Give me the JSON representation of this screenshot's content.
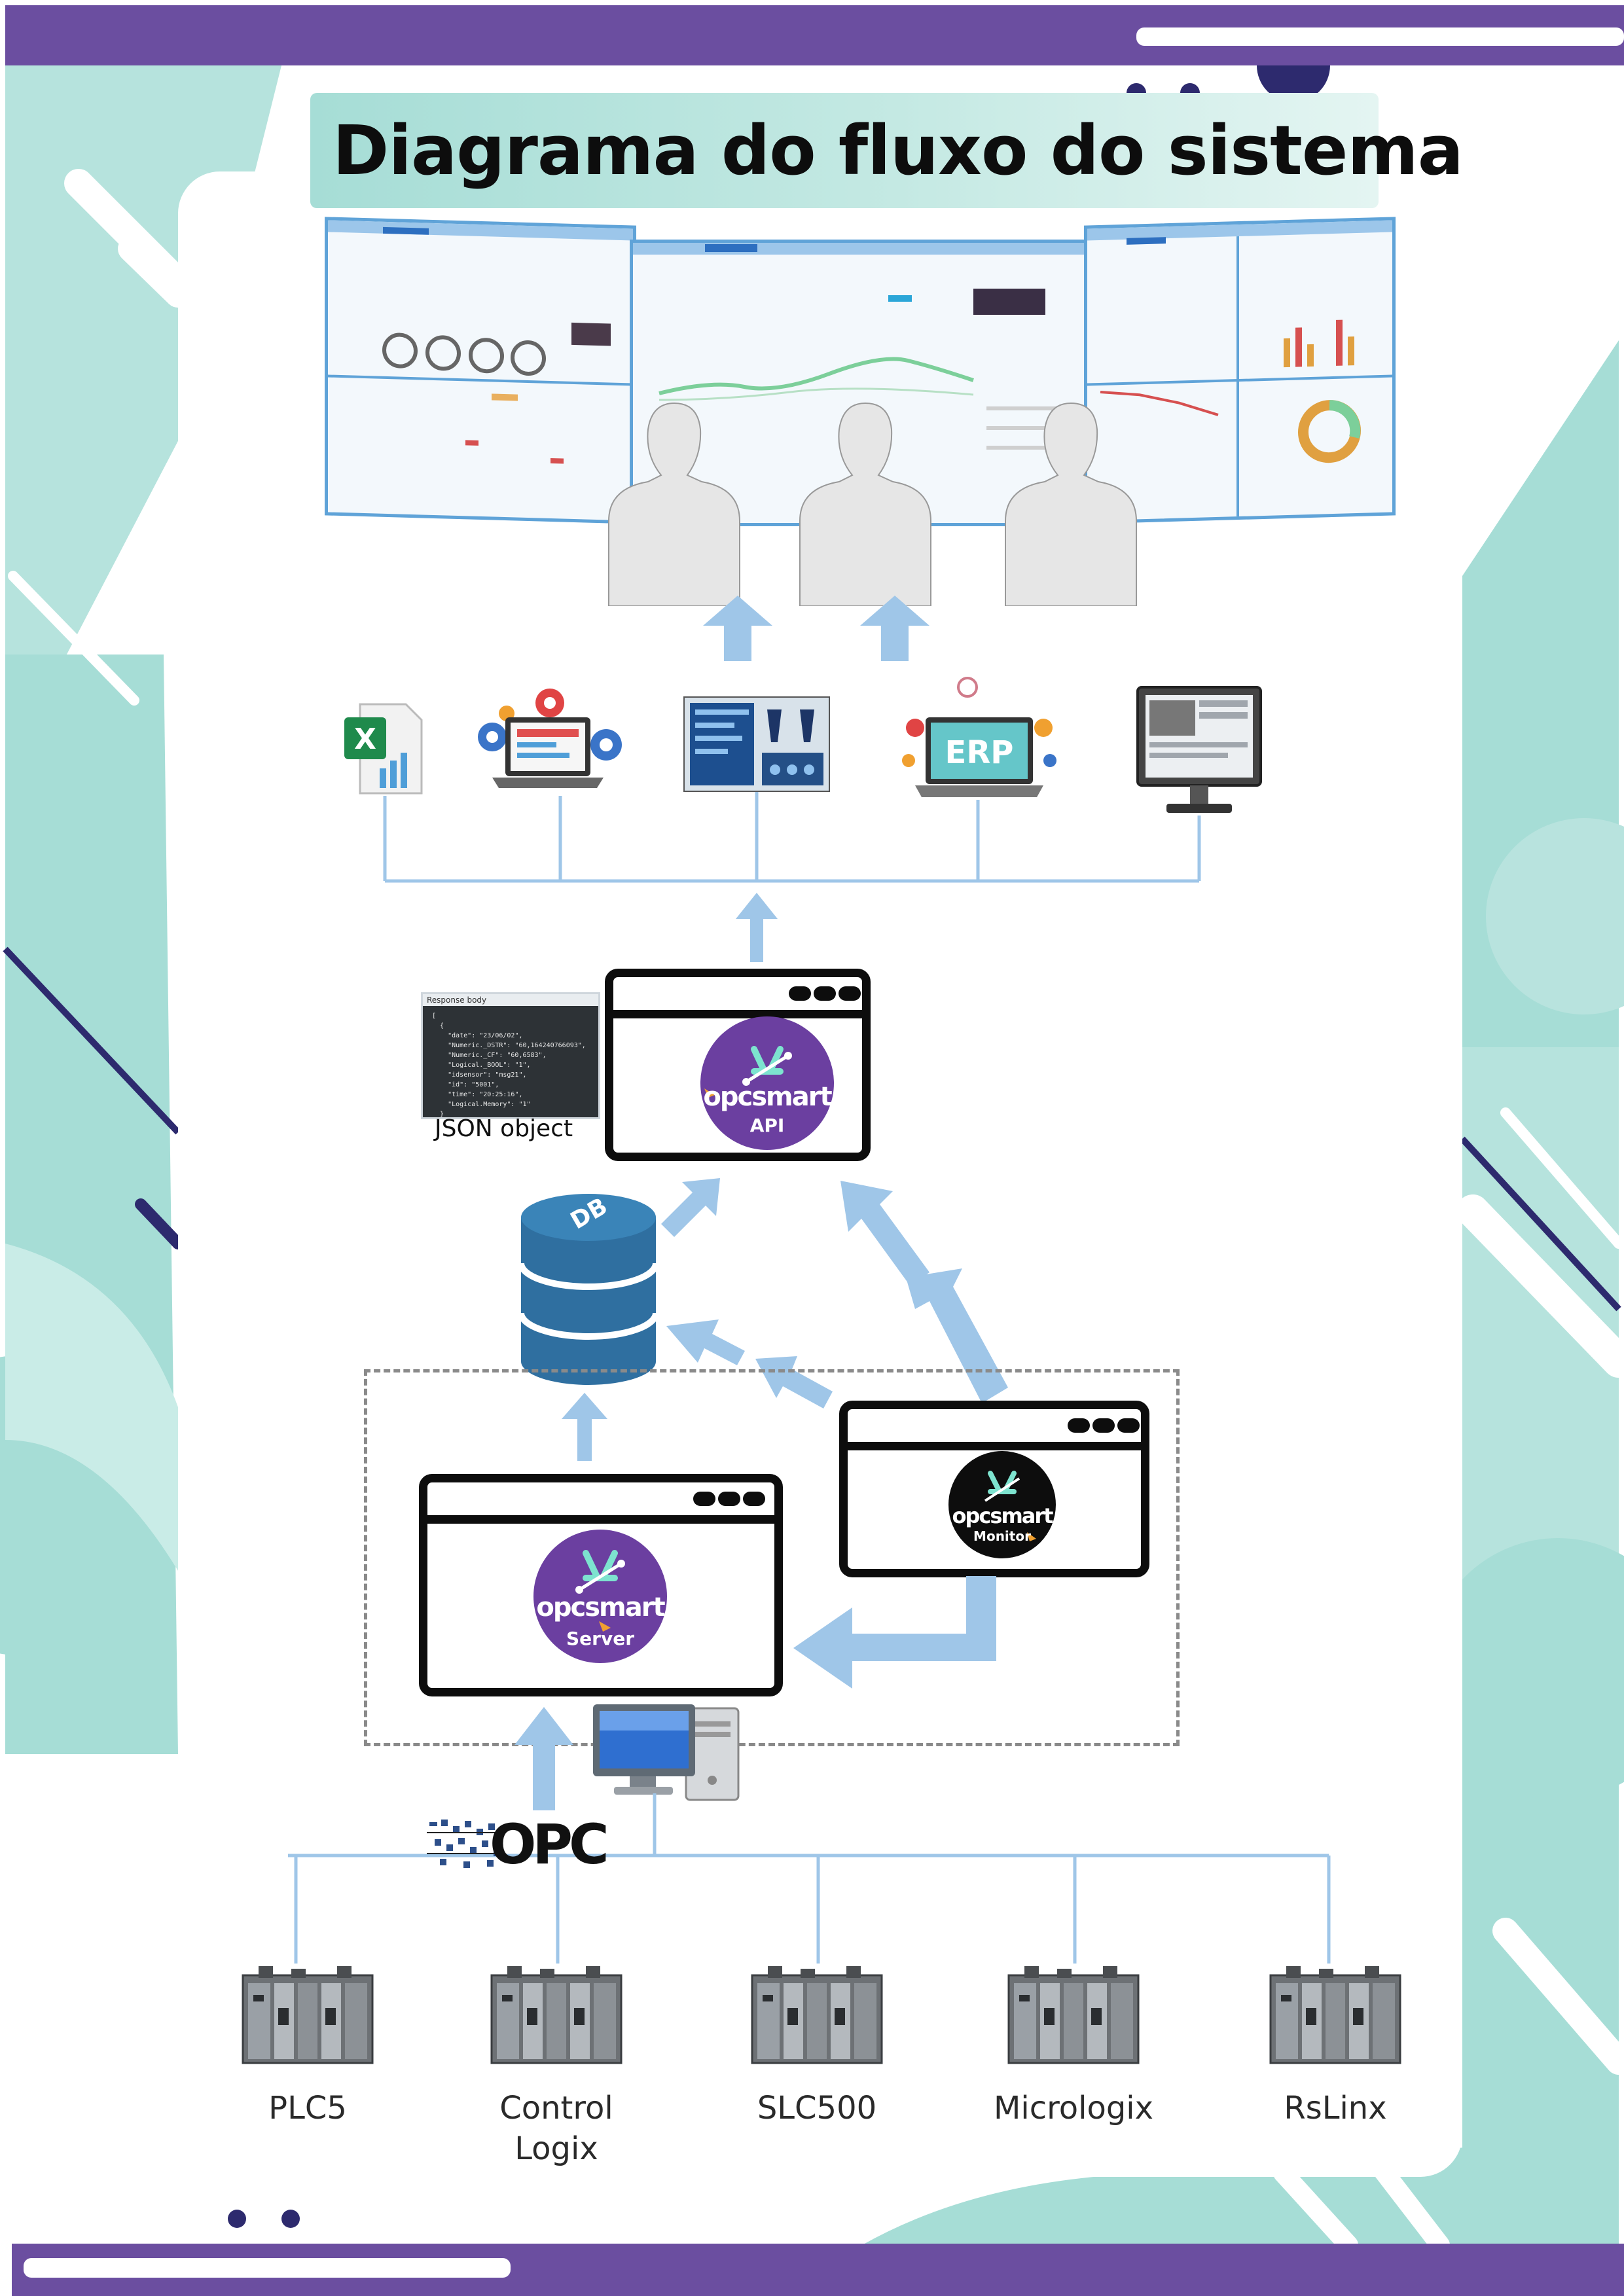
{
  "title": "Diagrama do fluxo do sistema",
  "colors": {
    "purple_band": "#6b4ea0",
    "teal_shape": "#a6ddd6",
    "navy_dot": "#2d2a6e",
    "arrow_blue": "#9fc6e8",
    "logo_purple": "#6b3fa0",
    "logo_black": "#0d0d0d"
  },
  "api": {
    "logo_text": "opcsmart",
    "label": "API",
    "json_caption": "JSON object",
    "json_header": "Response body",
    "json_lines": [
      "[",
      "  {",
      "    \"date\": \"23/06/02\",",
      "    \"Numeric._DSTR\": \"60,164240766093\",",
      "    \"Numeric._CF\": \"60,6583\",",
      "    \"Logical._BOOL\": \"1\",",
      "    \"idsensor\": \"msg21\",",
      "    \"id\": \"5001\",",
      "    \"time\": \"20:25:16\",",
      "    \"Logical.Memory\": \"1\"",
      "  }",
      "]"
    ]
  },
  "database": {
    "label": "DB"
  },
  "server": {
    "logo_text": "opcsmart",
    "label": "Server"
  },
  "monitor": {
    "logo_text": "opcsmart",
    "label": "Monitor"
  },
  "opc_logo": "OPC",
  "client_apps": {
    "erp_label": "ERP",
    "icons": [
      "excel-icon",
      "gear-laptop-icon",
      "hmi-panel-icon",
      "erp-laptop-icon",
      "desktop-monitor-icon"
    ]
  },
  "plcs": [
    {
      "label": "PLC5"
    },
    {
      "label": "Control\nLogix"
    },
    {
      "label": "SLC500"
    },
    {
      "label": "Micrologix"
    },
    {
      "label": "RsLinx"
    }
  ]
}
